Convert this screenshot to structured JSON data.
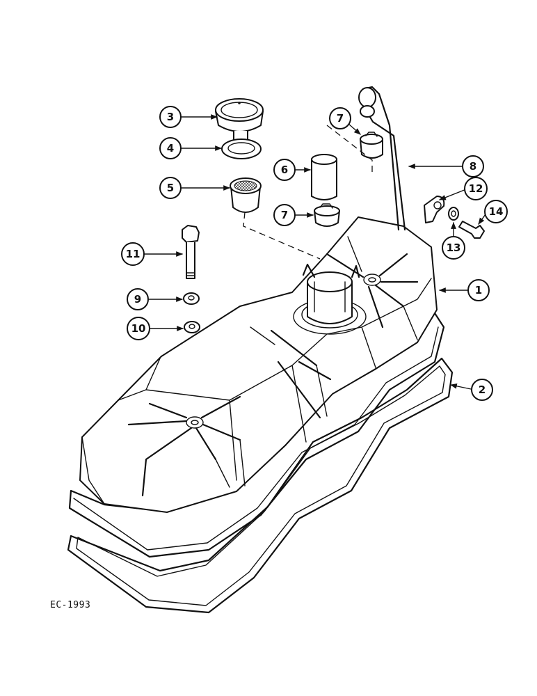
{
  "diagram": {
    "reference_code": "EC-1993",
    "callouts": [
      {
        "label": "1"
      },
      {
        "label": "2"
      },
      {
        "label": "3"
      },
      {
        "label": "4"
      },
      {
        "label": "5"
      },
      {
        "label": "6"
      },
      {
        "label": "7"
      },
      {
        "label": "7"
      },
      {
        "label": "8"
      },
      {
        "label": "9"
      },
      {
        "label": "10"
      },
      {
        "label": "11"
      },
      {
        "label": "12"
      },
      {
        "label": "13"
      },
      {
        "label": "14"
      }
    ]
  }
}
